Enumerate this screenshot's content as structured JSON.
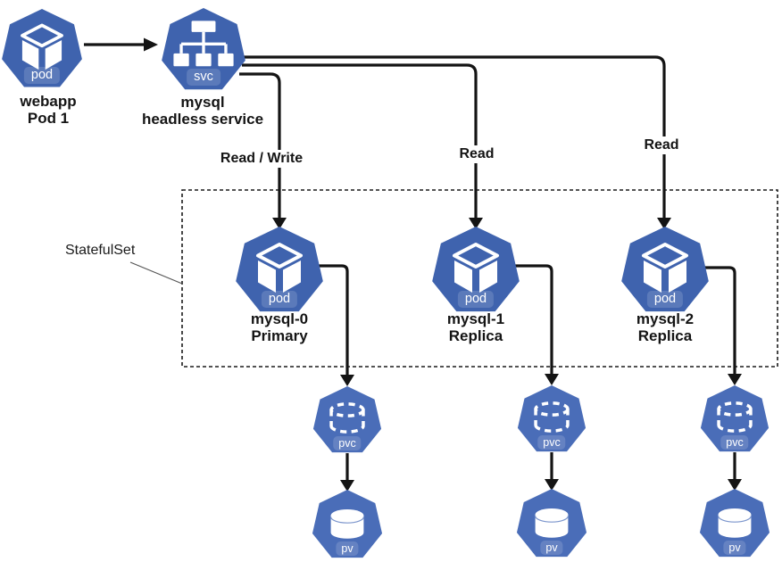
{
  "diagram": {
    "webapp": {
      "badge": "pod",
      "line1": "webapp",
      "line2": "Pod 1"
    },
    "service": {
      "badge": "svc",
      "line1": "mysql",
      "line2": "headless service"
    },
    "statefulset_label": "StatefulSet",
    "pods": [
      {
        "badge": "pod",
        "name": "mysql-0",
        "role": "Primary"
      },
      {
        "badge": "pod",
        "name": "mysql-1",
        "role": "Replica"
      },
      {
        "badge": "pod",
        "name": "mysql-2",
        "role": "Replica"
      }
    ],
    "pvcs": [
      {
        "badge": "pvc"
      },
      {
        "badge": "pvc"
      },
      {
        "badge": "pvc"
      }
    ],
    "pvs": [
      {
        "badge": "pv"
      },
      {
        "badge": "pv"
      },
      {
        "badge": "pv"
      }
    ],
    "edges": {
      "read_write": "Read / Write",
      "read_1": "Read",
      "read_2": "Read"
    },
    "colors": {
      "node_blue": "#3f63ae",
      "storage_blue": "#4a6db8",
      "line_black": "#141414"
    }
  }
}
